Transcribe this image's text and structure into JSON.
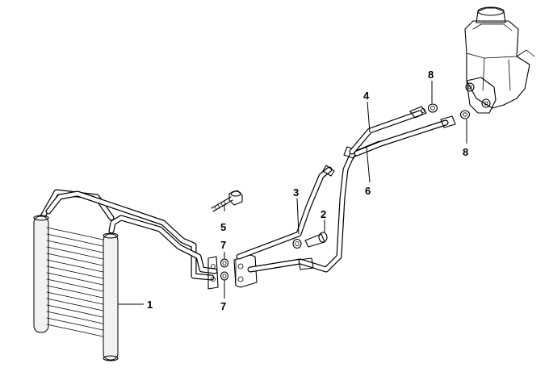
{
  "callouts": [
    {
      "id": "1",
      "text": "1"
    },
    {
      "id": "2",
      "text": "2"
    },
    {
      "id": "3",
      "text": "3"
    },
    {
      "id": "4",
      "text": "4"
    },
    {
      "id": "5",
      "text": "5"
    },
    {
      "id": "6",
      "text": "6"
    },
    {
      "id": "7a",
      "text": "7"
    },
    {
      "id": "7b",
      "text": "7"
    },
    {
      "id": "8a",
      "text": "8"
    },
    {
      "id": "8b",
      "text": "8"
    }
  ]
}
